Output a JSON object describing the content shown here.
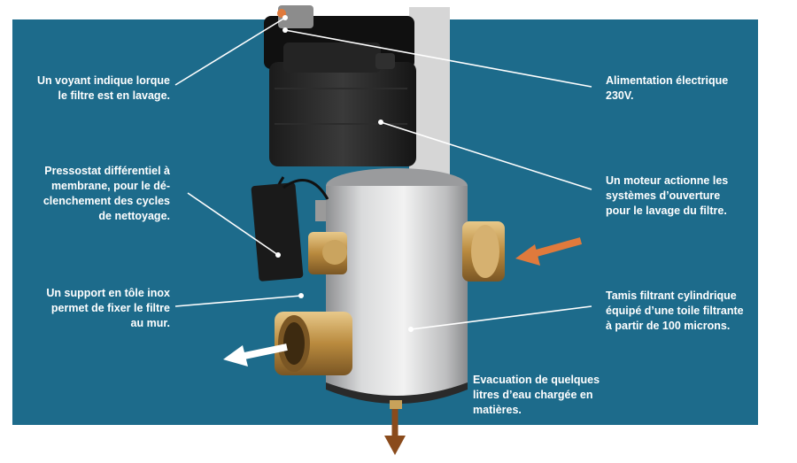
{
  "colors": {
    "panel": "#1d6b8b",
    "text": "#ffffff",
    "inlet_arrow": "#e07a3c",
    "outlet_arrow": "#ffffff",
    "drain_arrow": "#8a4b1c"
  },
  "labels": {
    "indicator": [
      "Un voyant indique lorque",
      "le filtre est en lavage."
    ],
    "pressostat": [
      "Pressostat différentiel à",
      "membrane, pour le dé-",
      "clenchement des cycles",
      "de nettoyage."
    ],
    "support": [
      "Un support en tôle inox",
      "permet de fixer le filtre",
      "au mur."
    ],
    "power": [
      "Alimentation électrique",
      "230V."
    ],
    "motor": [
      "Un moteur actionne les",
      "systèmes d’ouverture",
      "pour le lavage du filtre."
    ],
    "screen": [
      "Tamis filtrant cylindrique",
      "équipé d’une toile filtrante",
      "à partir de 100 microns."
    ],
    "drain": [
      "Evacuation de quelques",
      "litres d’eau chargée en",
      "matières."
    ]
  },
  "icons": [
    "inlet-arrow-icon",
    "outlet-arrow-icon",
    "drain-arrow-icon"
  ]
}
